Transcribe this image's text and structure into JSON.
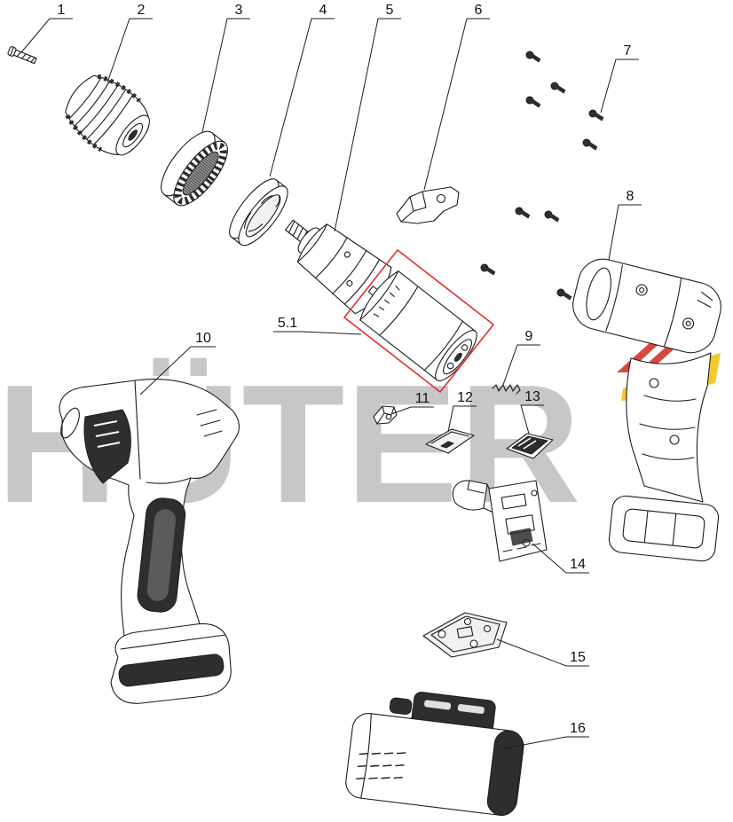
{
  "diagram": {
    "type": "exploded-parts-diagram",
    "watermark": {
      "text": "HÜTER",
      "color": "#c7c7c7",
      "logo_red": "#d6392e",
      "logo_yellow": "#f3c51c"
    },
    "highlight": {
      "color": "#e03131"
    },
    "labels": [
      {
        "text": "1"
      },
      {
        "text": "2"
      },
      {
        "text": "3"
      },
      {
        "text": "4"
      },
      {
        "text": "5"
      },
      {
        "text": "5.1"
      },
      {
        "text": "6"
      },
      {
        "text": "7"
      },
      {
        "text": "8"
      },
      {
        "text": "9"
      },
      {
        "text": "10"
      },
      {
        "text": "11"
      },
      {
        "text": "12"
      },
      {
        "text": "13"
      },
      {
        "text": "14"
      },
      {
        "text": "15"
      },
      {
        "text": "16"
      }
    ]
  }
}
